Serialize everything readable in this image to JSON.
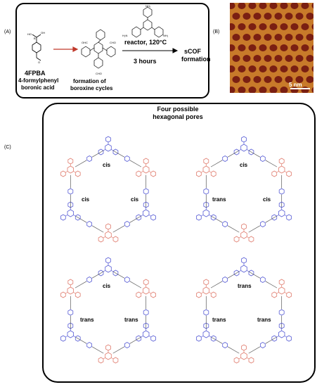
{
  "panels": {
    "a": {
      "label": "(A)",
      "monomer_name": "4FPBA",
      "monomer_full_line1": "4-formylphenyl",
      "monomer_full_line2": "boronic acid",
      "step1_line1": "formation of",
      "step1_line2": "boroxine cycles",
      "condition1": "reactor, 120°C",
      "condition2": "3 hours",
      "product_line1": "sCOF",
      "product_line2": "formation"
    },
    "b": {
      "label": "(B)",
      "scale_bar": "5 nm"
    },
    "c": {
      "label": "(C)",
      "title_line1": "Four possible",
      "title_line2": "hexagonal pores",
      "pores": [
        {
          "top": "cis",
          "left": "cis",
          "right": "cis"
        },
        {
          "top": "cis",
          "left": "trans",
          "right": "cis"
        },
        {
          "top": "cis",
          "left": "trans",
          "right": "trans"
        },
        {
          "top": "trans",
          "left": "trans",
          "right": "trans"
        }
      ]
    }
  },
  "colors": {
    "boroxine": "#e07d6f",
    "triazine_core": "#5a5fd6",
    "stm_bg": "#c87a2a",
    "stm_pore": "#7a1f12"
  }
}
